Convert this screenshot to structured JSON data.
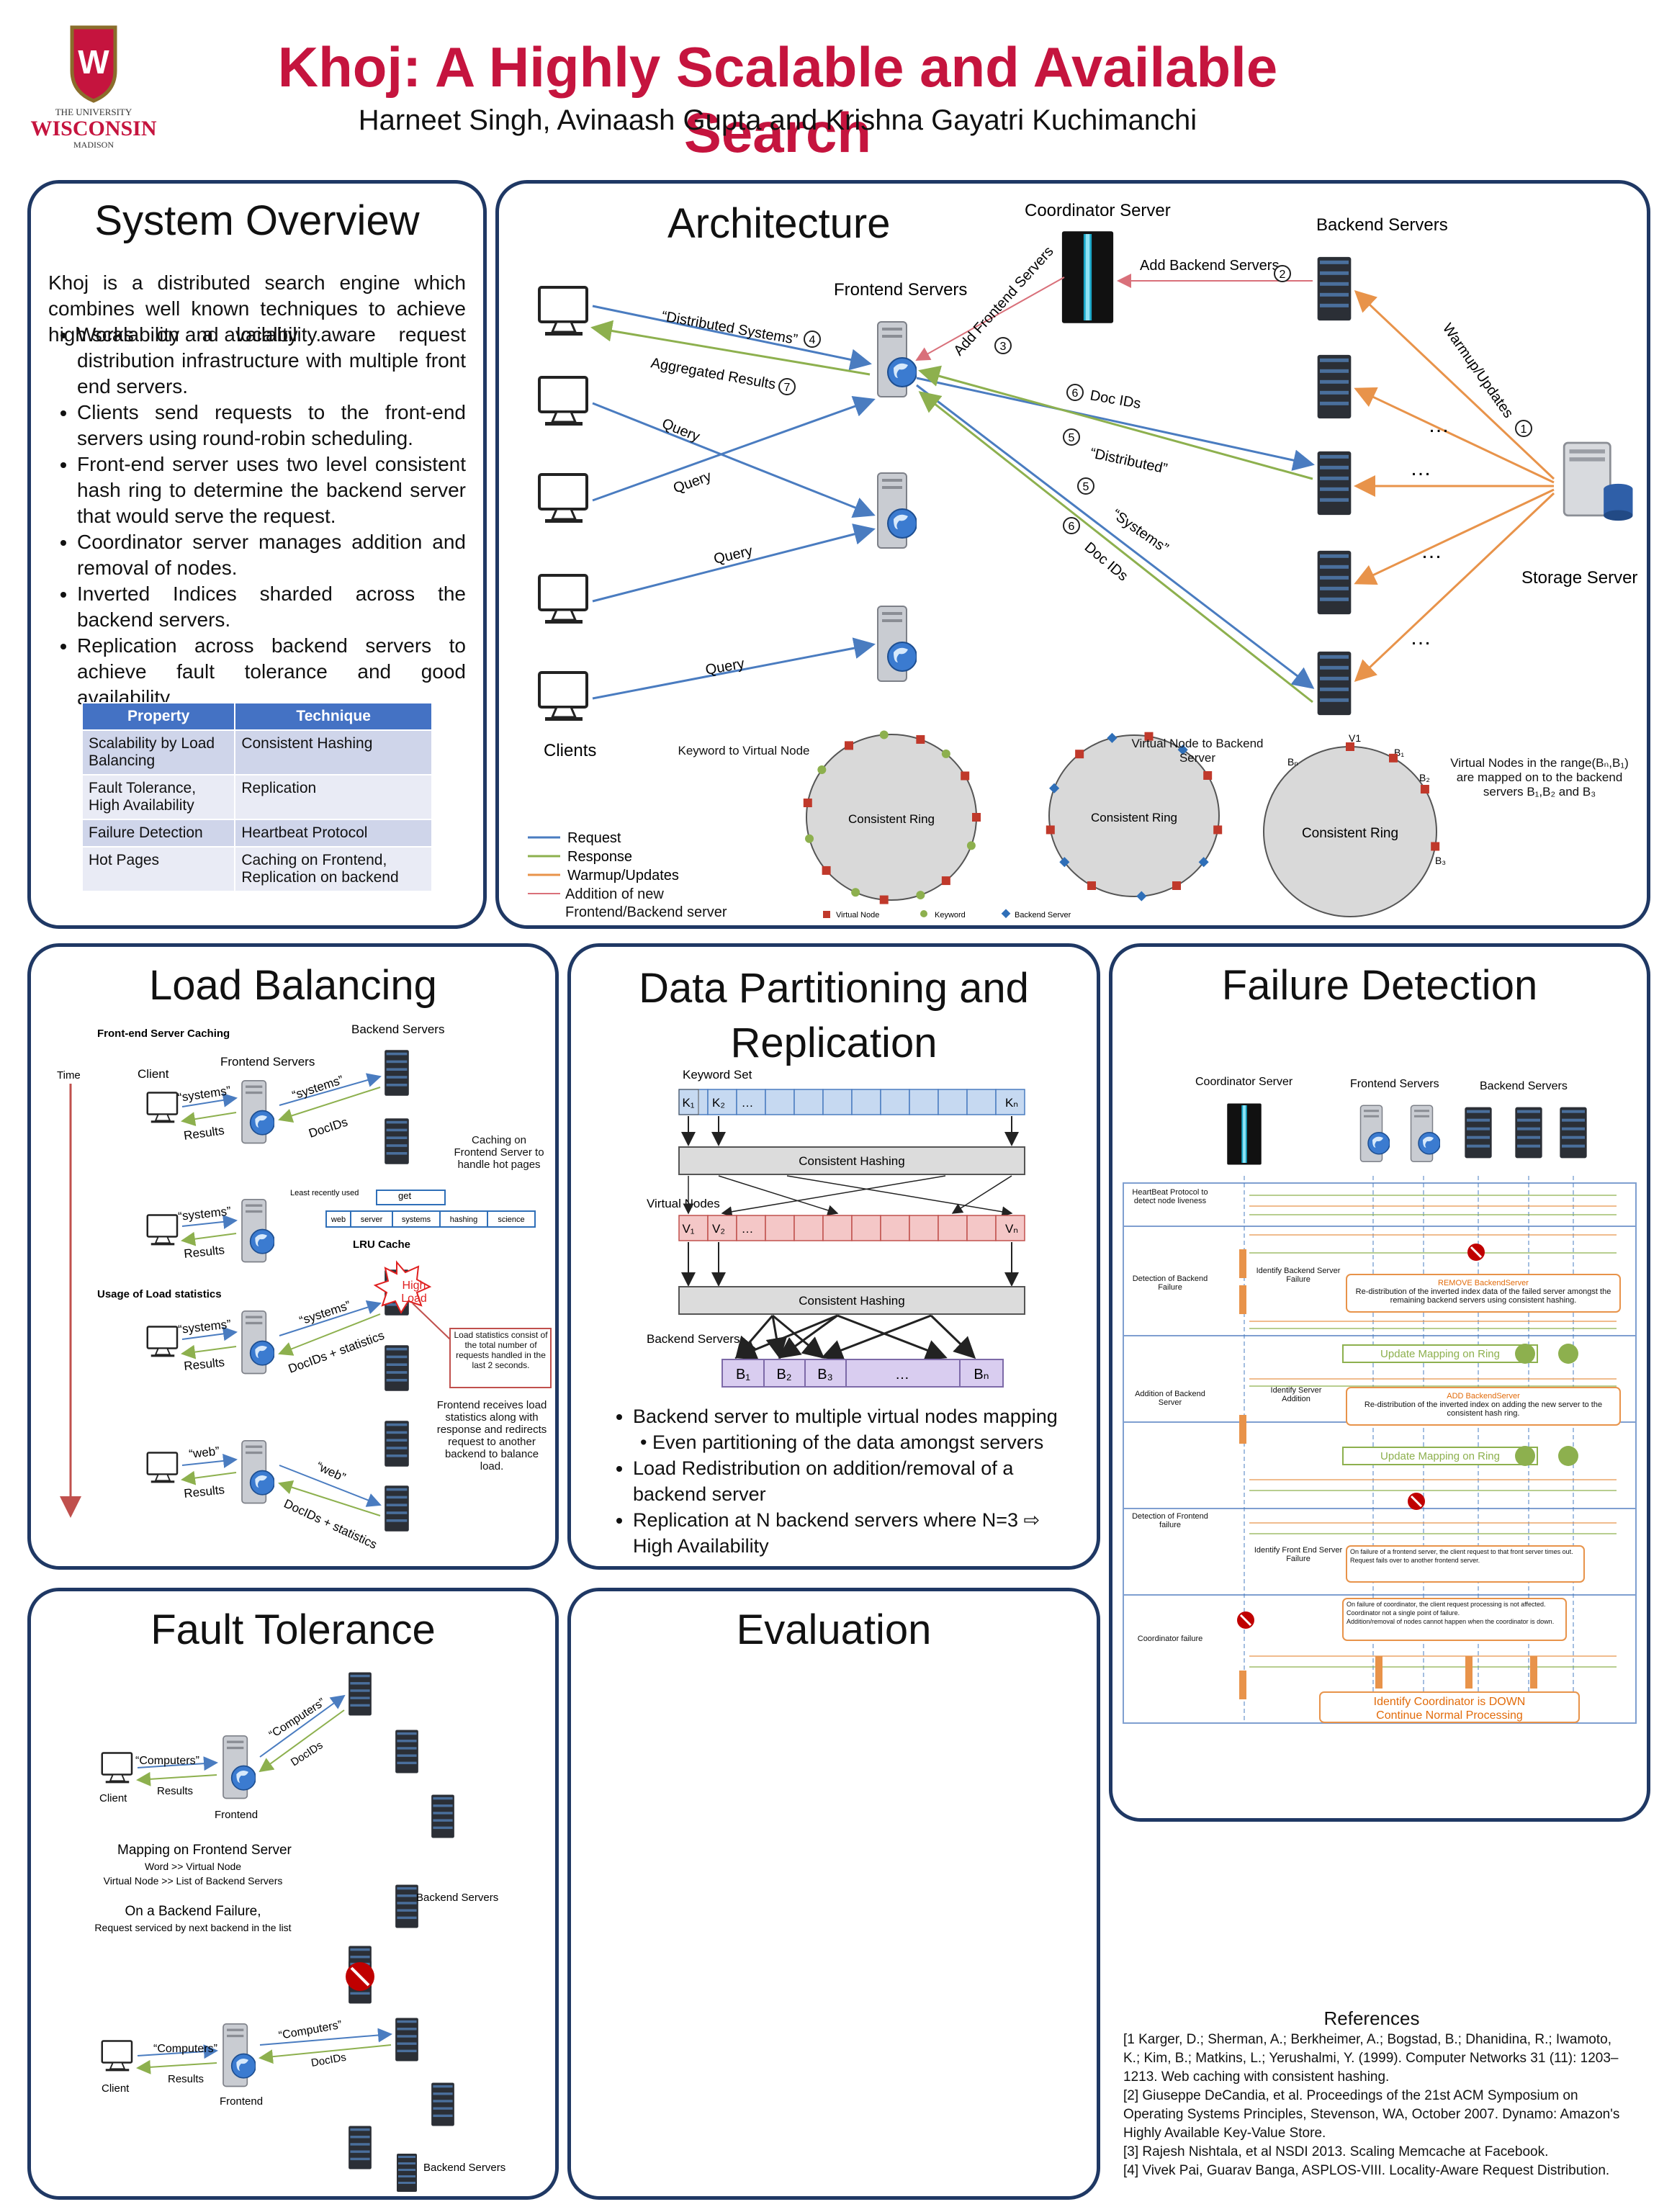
{
  "header": {
    "logo_text": "THE UNIVERSITY of WISCONSIN MADISON",
    "title": "Khoj: A Highly Scalable and Available Search",
    "authors": "Harneet Singh, Avinaash Gupta and Krishna Gayatri Kuchimanchi"
  },
  "overview": {
    "title": "System Overview",
    "intro": "Khoj is a distributed search engine which combines well known techniques to achieve high scalability and availability.",
    "bullets": [
      "Works on a locality aware request distribution infrastructure with multiple front end servers.",
      "Clients send requests to the front-end servers using round-robin scheduling.",
      "Front-end server uses two level consistent hash ring to determine the backend server that would serve the request.",
      "Coordinator server manages addition and removal of nodes.",
      "Inverted Indices sharded across the backend servers.",
      "Replication across backend servers to achieve fault tolerance and good availability."
    ],
    "table": {
      "headers": [
        "Property",
        "Technique"
      ],
      "rows": [
        [
          "Scalability by Load Balancing",
          "Consistent Hashing"
        ],
        [
          "Fault Tolerance, High Availability",
          "Replication"
        ],
        [
          "Failure Detection",
          "Heartbeat Protocol"
        ],
        [
          "Hot Pages",
          "Caching on Frontend, Replication on backend"
        ]
      ]
    }
  },
  "arch": {
    "title": "Architecture",
    "coordinator": "Coordinator  Server",
    "backend": "Backend Servers",
    "frontend": "Frontend Servers",
    "clients": "Clients",
    "storage": "Storage Server",
    "msg_ds": "“Distributed Systems”",
    "msg_ar": "Aggregated Results",
    "msg_q": "Query",
    "msg_add_fe": "Add Frontend Servers",
    "msg_add_be": "Add Backend Servers",
    "msg_warm": "Warmup/Updates",
    "msg_docids": "Doc IDs",
    "msg_dist": "“Distributed”",
    "msg_sys": "“Systems”",
    "n1": "1",
    "n2": "2",
    "n3": "3",
    "n4": "4",
    "n5": "5",
    "n6": "6",
    "n7": "7",
    "dots": "…",
    "legend": [
      "Request",
      "Response",
      "Warmup/Updates",
      "Addition of new Frontend/Backend server"
    ],
    "ring_label": "Consistent Ring",
    "ring1_note": "Keyword to Virtual Node",
    "ring2_note": "Virtual Node to Backend Server",
    "ring3_note": "Virtual Nodes in the range(Bₙ,B₁) are mapped on to the backend servers B₁,B₂ and B₃",
    "ring_legend": [
      "Virtual Node",
      "Keyword",
      "Backend Server"
    ],
    "ring3_points": [
      "V1",
      "Bₙ",
      "B₁",
      "B₂",
      "B₃"
    ]
  },
  "lb": {
    "title": "Load Balancing",
    "fe_cache": "Front-end Server Caching",
    "backend": "Backend Servers",
    "frontend": "Frontend Servers",
    "client": "Client",
    "time": "Time",
    "systems": "“systems”",
    "results": "Results",
    "docids": "DocIDs",
    "caching_note": "Caching on Frontend Server to handle hot pages",
    "lru_label": "Least recently used",
    "get": "get",
    "lru_cells": [
      "web",
      "server",
      "systems",
      "hashing",
      "science"
    ],
    "lru_cache": "LRU Cache",
    "usage": "Usage of Load statistics",
    "docids_stats": "DocIDs + statistics",
    "high_load": "High Load",
    "stats_note": "Load statistics consist of the total number of requests handled in the last 2 seconds.",
    "fe_note": "Frontend receives load statistics along with response and redirects request to another backend to balance load.",
    "web": "“web”"
  },
  "dp": {
    "title": "Data Partitioning and Replication",
    "keyword_set": "Keyword Set",
    "k1": "K₁",
    "k2": "K₂",
    "kn": "Kₙ",
    "ch": "Consistent Hashing",
    "vnodes": "Virtual  Nodes",
    "v1": "V₁",
    "v2": "V₂",
    "vn": "Vₙ",
    "dots": "…",
    "backend": "Backend Servers",
    "b1": "B₁",
    "b2": "B₂",
    "b3": "B₃",
    "bn": "Bₙ",
    "bullets": [
      "Backend server to multiple virtual nodes mapping",
      "Even partitioning of the data amongst servers",
      "Load Redistribution  on addition/removal of a backend server",
      "Replication at N backend servers where N=3 ⇨ High Availability"
    ]
  },
  "fd": {
    "title": "Failure Detection",
    "coordinator": "Coordinator  Server",
    "frontend": "Frontend Servers",
    "backend": "Backend Servers",
    "rows": [
      "HeartBeat Protocol to detect node liveness",
      "Detection of Backend Failure",
      "Addition of Backend Server",
      "Detection of Frontend failure",
      "Coordinator failure"
    ],
    "id_be_fail": "Identify Backend Server Failure",
    "remove_title": "REMOVE BackendServer",
    "remove_text": "Re-distribution of the inverted index data of the failed server amongst the remaining backend servers using consistent hashing.",
    "update_ring": "Update Mapping on Ring",
    "id_srv_add": "Identify Server Addition",
    "add_title": "ADD BackendServer",
    "add_text": "Re-distribution of the inverted index on adding the new server to the consistent hash ring.",
    "id_fe_fail": "Identify Front End Server Failure",
    "fe_notes": [
      "On failure of a frontend server, the client request to that front server times out.",
      "Request fails over to another frontend server."
    ],
    "coord_notes": [
      "On failure of coordinator, the client request processing is not affected.",
      "Coordinator not a single point of failure.",
      "Addition/removal of nodes cannot happen when the coordinator is down."
    ],
    "coord_down": "Identify Coordinator is DOWN",
    "continue": "Continue Normal Processing"
  },
  "ft": {
    "title": "Fault Tolerance",
    "computers": "“Computers”",
    "results": "Results",
    "docids": "DocIDs",
    "client": "Client",
    "frontend": "Frontend",
    "mapping_title": "Mapping on Frontend Server",
    "mapping_1": "Word >> Virtual Node",
    "mapping_2": "Virtual Node >> List of Backend Servers",
    "backend": "Backend Servers",
    "failure_title": "On a Backend Failure,",
    "failure_sub": "Request serviced by next backend in the list"
  },
  "eval": {
    "title": "Evaluation"
  },
  "refs": {
    "title": "References",
    "items": [
      "[1 Karger, D.; Sherman, A.; Berkheimer, A.; Bogstad, B.; Dhanidina, R.; Iwamoto, K.; Kim, B.; Matkins, L.; Yerushalmi, Y. (1999). Computer Networks 31 (11): 1203–1213. Web caching with consistent hashing.",
      "[2] Giuseppe DeCandia, et al. Proceedings of the 21st ACM Symposium on Operating Systems Principles, Stevenson, WA, October 2007. Dynamo: Amazon's Highly Available Key-Value Store.",
      "[3] Rajesh Nishtala, et al NSDI 2013. Scaling Memcache at Facebook.",
      "[4] Vivek Pai, Guarav Banga, ASPLOS-VIII. Locality-Aware Request Distribution."
    ]
  },
  "colors": {
    "title": "#c5143e",
    "panel_border": "#1f3864",
    "request": "#4a7cc0",
    "response": "#8db04e",
    "warmup": "#e8934a",
    "addition": "#d9707a",
    "table_header": "#4472c4"
  }
}
